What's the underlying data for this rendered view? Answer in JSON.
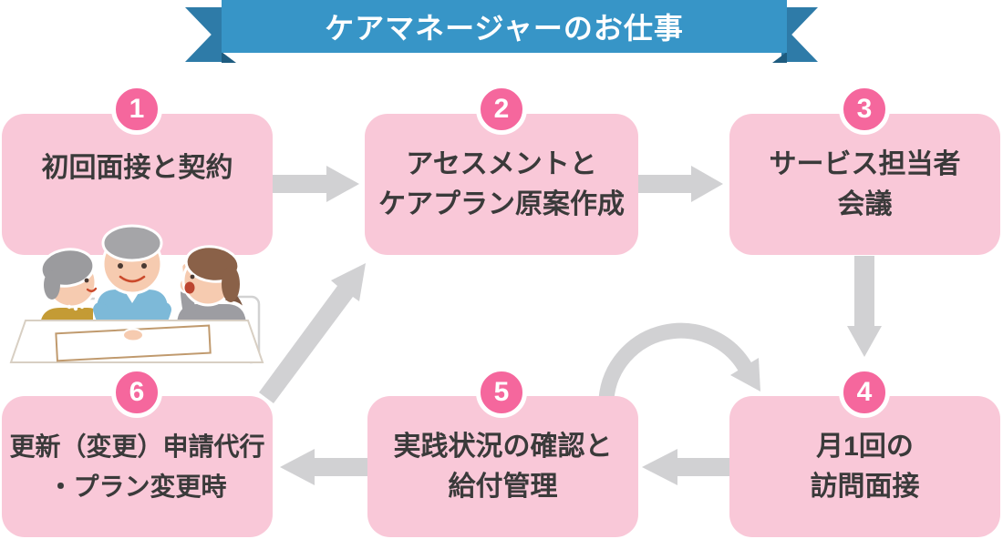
{
  "banner": {
    "title": "ケアマネージャーのお仕事"
  },
  "steps": [
    {
      "number": "1",
      "lines": [
        "初回面接と契約"
      ]
    },
    {
      "number": "2",
      "lines": [
        "アセスメントと",
        "ケアプラン原案作成"
      ]
    },
    {
      "number": "3",
      "lines": [
        "サービス担当者",
        "会議"
      ]
    },
    {
      "number": "4",
      "lines": [
        "月1回の",
        "訪問面接"
      ]
    },
    {
      "number": "5",
      "lines": [
        "実践状況の確認と",
        "給付管理"
      ]
    },
    {
      "number": "6",
      "lines": [
        "更新（変更）申請代行",
        "・プラン変更時"
      ]
    }
  ],
  "flow": {
    "arrows": [
      {
        "from": "1",
        "to": "2",
        "style": "straight-right"
      },
      {
        "from": "2",
        "to": "3",
        "style": "straight-right"
      },
      {
        "from": "3",
        "to": "4",
        "style": "straight-down"
      },
      {
        "from": "4",
        "to": "5",
        "style": "straight-left"
      },
      {
        "from": "5",
        "to": "4",
        "style": "loop-arc-over-top"
      },
      {
        "from": "5",
        "to": "6",
        "style": "straight-left"
      },
      {
        "from": "6",
        "to": "2",
        "style": "diagonal-up-right"
      }
    ]
  },
  "illustration": {
    "description": "高齢の夫婦とケアマネージャーがテーブルで面談しているイラスト"
  },
  "colors": {
    "banner_band": "#3795c7",
    "banner_tail": "#2e7ba8",
    "banner_fold": "#1e5c80",
    "banner_text": "#ffffff",
    "box_fill": "#f9c8d8",
    "circle_fill": "#f5679d",
    "circle_ring": "#ffffff",
    "arrow": "#d1d1d3",
    "text": "#3a3a3a"
  }
}
